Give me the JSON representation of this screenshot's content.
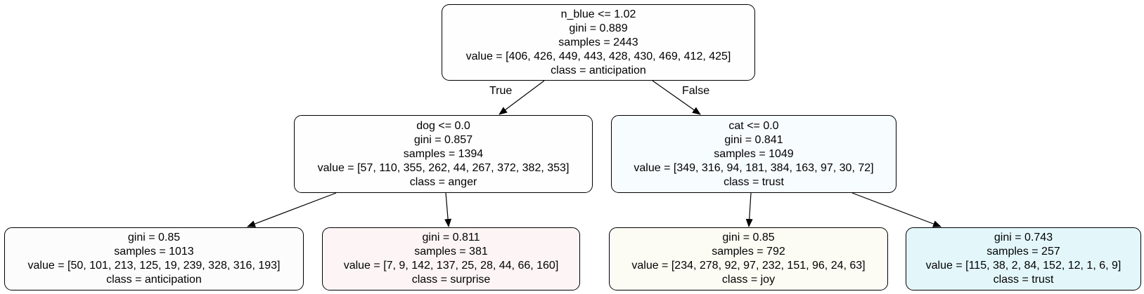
{
  "tree": {
    "edge_labels": {
      "true": "True",
      "false": "False"
    },
    "nodes": {
      "root": {
        "split": "n_blue <= 1.02",
        "gini": "gini = 0.889",
        "samples": "samples = 2443",
        "value": "value = [406, 426, 449, 443, 428, 430, 469, 412, 425]",
        "class": "class = anticipation",
        "fill": "#fefefe"
      },
      "left": {
        "split": "dog <= 0.0",
        "gini": "gini = 0.857",
        "samples": "samples = 1394",
        "value": "value = [57, 110, 355, 262, 44, 267, 372, 382, 353]",
        "class": "class = anger",
        "fill": "#fefefe"
      },
      "right": {
        "split": "cat <= 0.0",
        "gini": "gini = 0.841",
        "samples": "samples = 1049",
        "value": "value = [349, 316, 94, 181, 384, 163, 97, 30, 72]",
        "class": "class = trust",
        "fill": "#f7fcfe"
      },
      "left_left": {
        "gini": "gini = 0.85",
        "samples": "samples = 1013",
        "value": "value = [50, 101, 213, 125, 19, 239, 328, 316, 193]",
        "class": "class = anticipation",
        "fill": "#fcfcfc"
      },
      "left_right": {
        "gini": "gini = 0.811",
        "samples": "samples = 381",
        "value": "value = [7, 9, 142, 137, 25, 28, 44, 66, 160]",
        "class": "class = surprise",
        "fill": "#fdf5f5"
      },
      "right_left": {
        "gini": "gini = 0.85",
        "samples": "samples = 792",
        "value": "value = [234, 278, 92, 97, 232, 151, 96, 24, 63]",
        "class": "class = joy",
        "fill": "#fcfcf4"
      },
      "right_right": {
        "gini": "gini = 0.743",
        "samples": "samples = 257",
        "value": "value = [115, 38, 2, 84, 152, 12, 1, 6, 9]",
        "class": "class = trust",
        "fill": "#e3f7fb"
      }
    }
  }
}
